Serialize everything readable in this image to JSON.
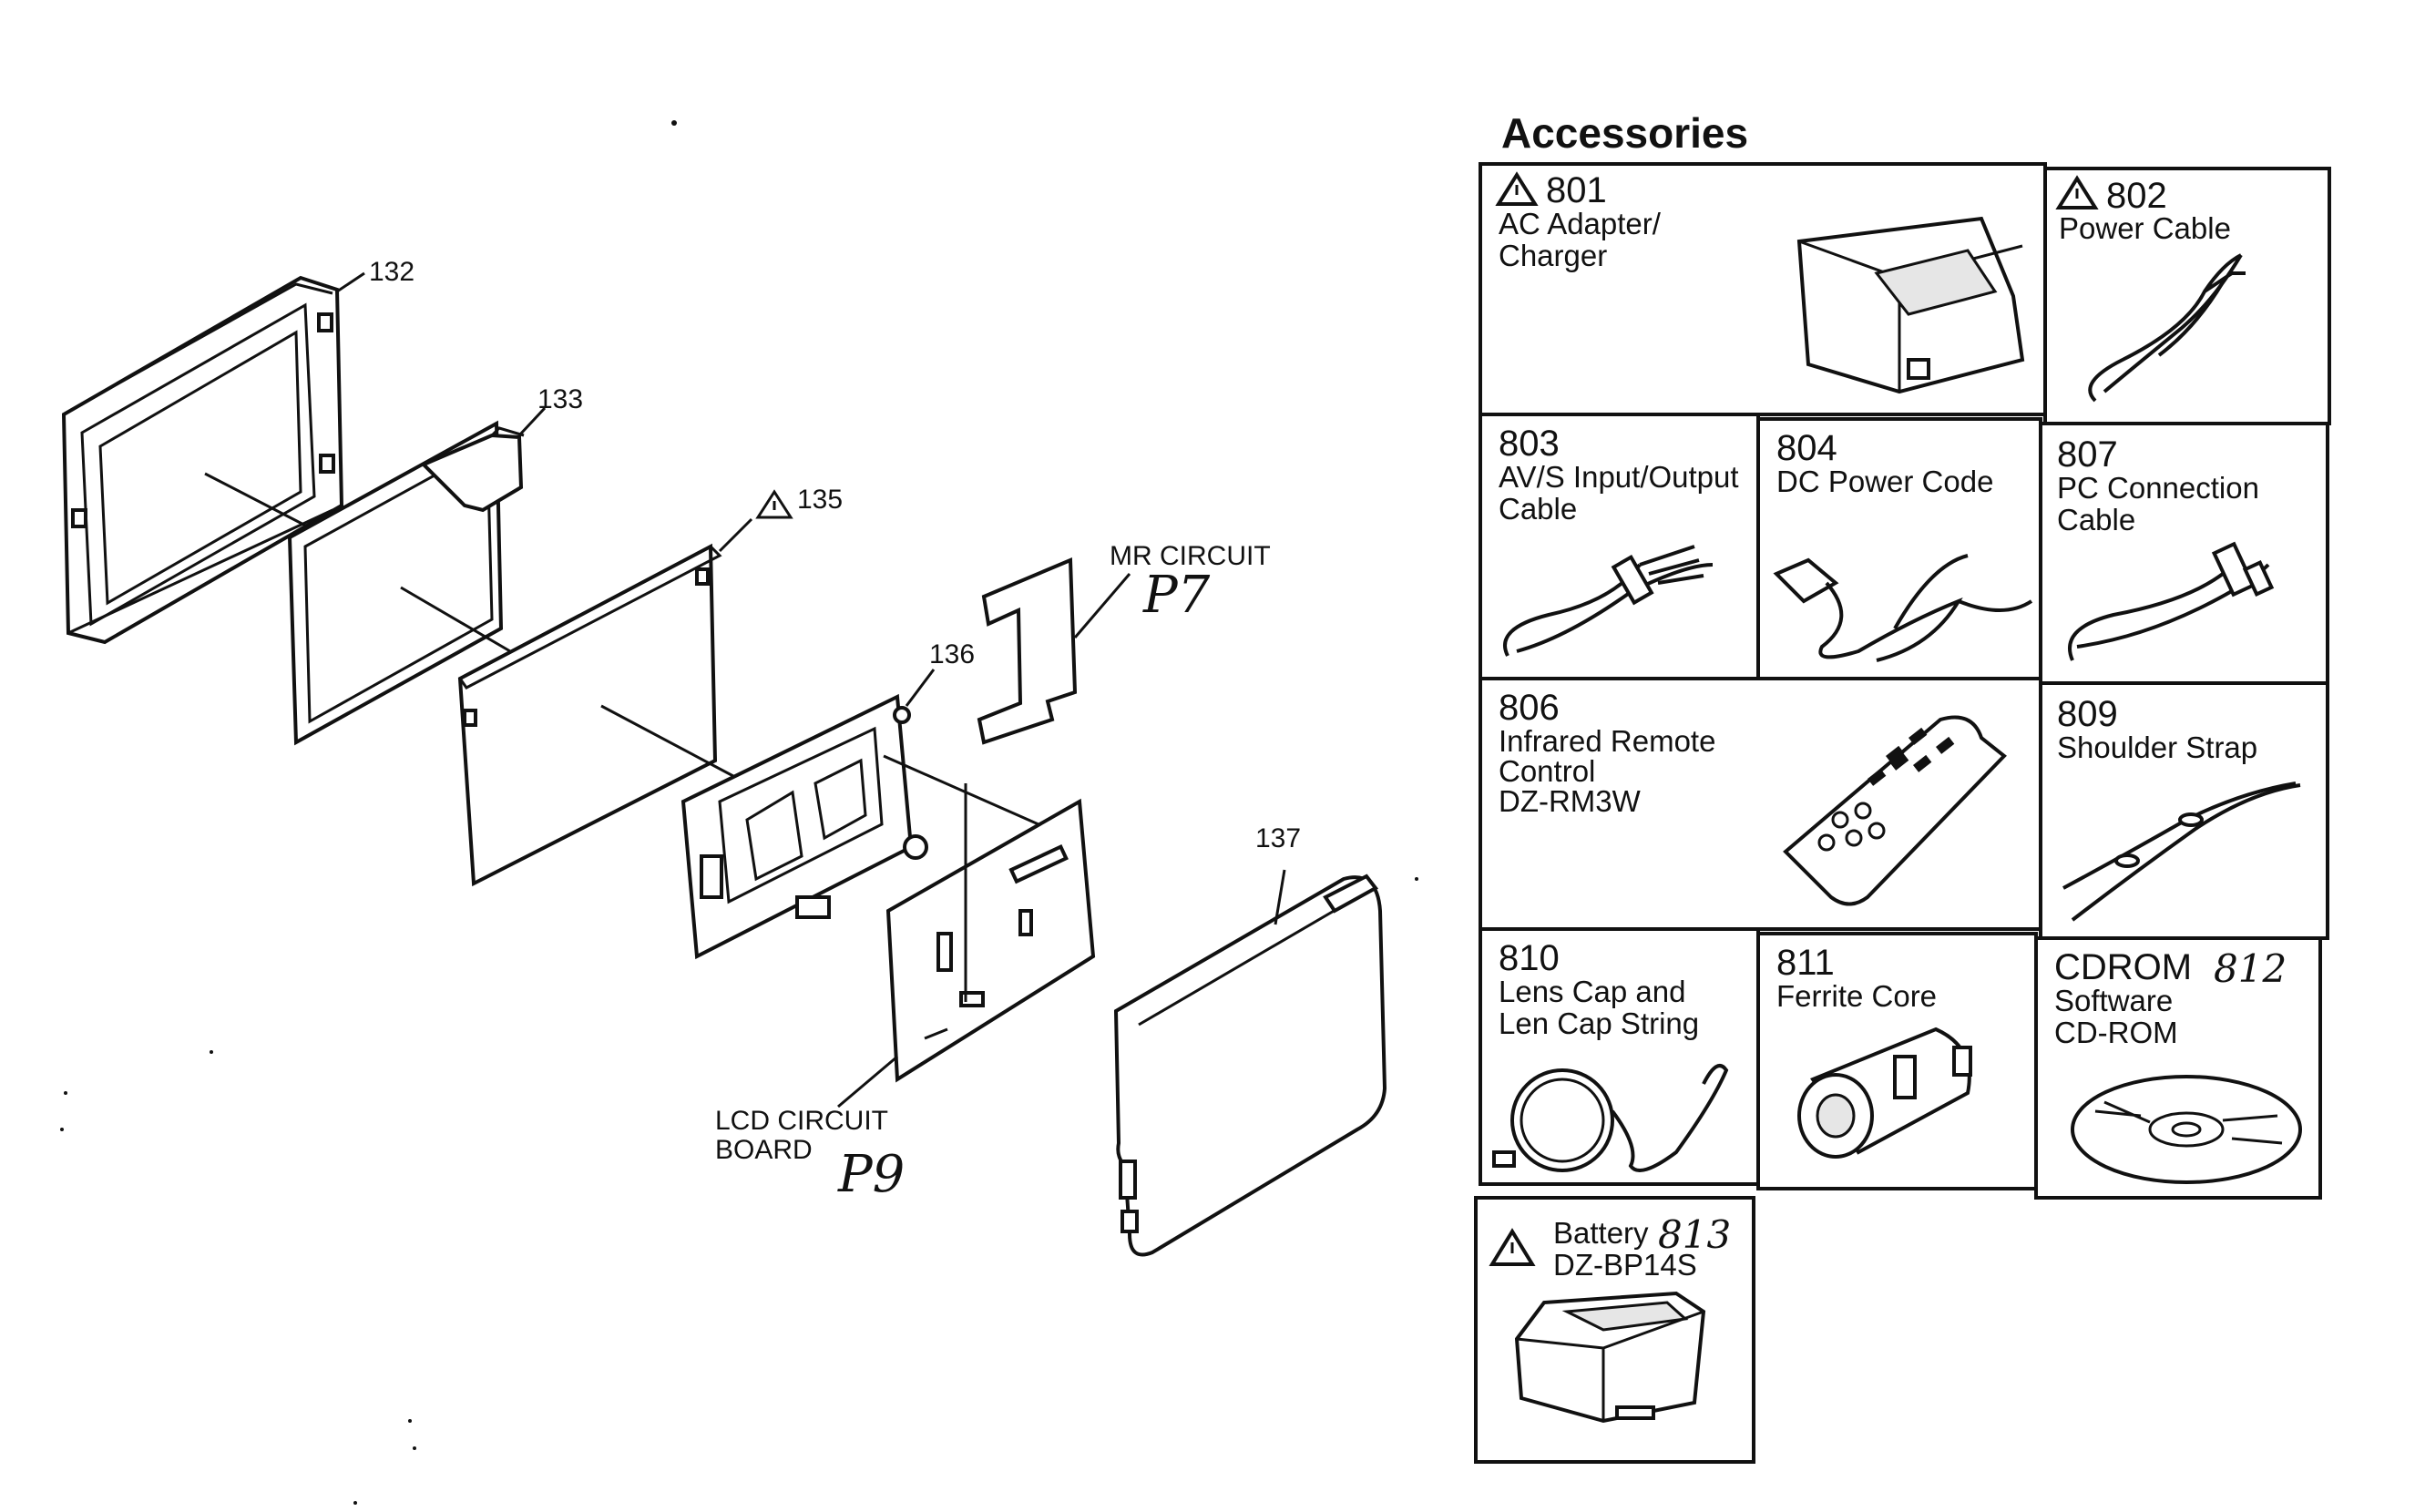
{
  "parts": [
    {
      "id": "132",
      "label": "132",
      "warning": false
    },
    {
      "id": "133",
      "label": "133",
      "warning": false
    },
    {
      "id": "135",
      "label": "135",
      "warning": true
    },
    {
      "id": "136",
      "label": "136",
      "warning": false
    },
    {
      "id": "137",
      "label": "137",
      "warning": false
    }
  ],
  "circuits": {
    "mr": {
      "label": "MR CIRCUIT",
      "page": "P7"
    },
    "lcd": {
      "line1": "LCD CIRCUIT",
      "line2": "BOARD",
      "page": "P9"
    }
  },
  "accessories": {
    "title": "Accessories",
    "items": [
      {
        "key": "801",
        "number": "801",
        "warning": true,
        "lines": [
          "AC Adapter/",
          "Charger"
        ],
        "icon": "ac-adapter-icon"
      },
      {
        "key": "802",
        "number": "802",
        "warning": true,
        "lines": [
          "Power Cable"
        ],
        "icon": "power-cable-icon"
      },
      {
        "key": "803",
        "number": "803",
        "warning": false,
        "lines": [
          "AV/S Input/Output",
          "Cable"
        ],
        "icon": "av-cable-icon"
      },
      {
        "key": "804",
        "number": "804",
        "warning": false,
        "lines": [
          "DC Power Code"
        ],
        "icon": "dc-cord-icon"
      },
      {
        "key": "807",
        "number": "807",
        "warning": false,
        "lines": [
          "PC Connection",
          "Cable"
        ],
        "icon": "pc-cable-icon"
      },
      {
        "key": "806",
        "number": "806",
        "warning": false,
        "lines": [
          "Infrared Remote",
          "Control",
          "DZ-RM3W"
        ],
        "icon": "remote-control-icon"
      },
      {
        "key": "809",
        "number": "809",
        "warning": false,
        "lines": [
          "Shoulder Strap"
        ],
        "icon": "shoulder-strap-icon"
      },
      {
        "key": "810",
        "number": "810",
        "warning": false,
        "lines": [
          "Lens Cap and",
          "Len Cap String"
        ],
        "icon": "lens-cap-icon"
      },
      {
        "key": "811",
        "number": "811",
        "warning": false,
        "lines": [
          "Ferrite Core"
        ],
        "icon": "ferrite-core-icon"
      },
      {
        "key": "cdrom",
        "number": "CDROM",
        "handwritten": "812",
        "warning": false,
        "lines": [
          "Software",
          "CD-ROM"
        ],
        "icon": "cd-rom-icon"
      },
      {
        "key": "battery",
        "number": "",
        "handwritten": "813",
        "warning": true,
        "lines": [
          "Battery",
          "DZ-BP14S"
        ],
        "icon": "battery-icon"
      }
    ]
  }
}
